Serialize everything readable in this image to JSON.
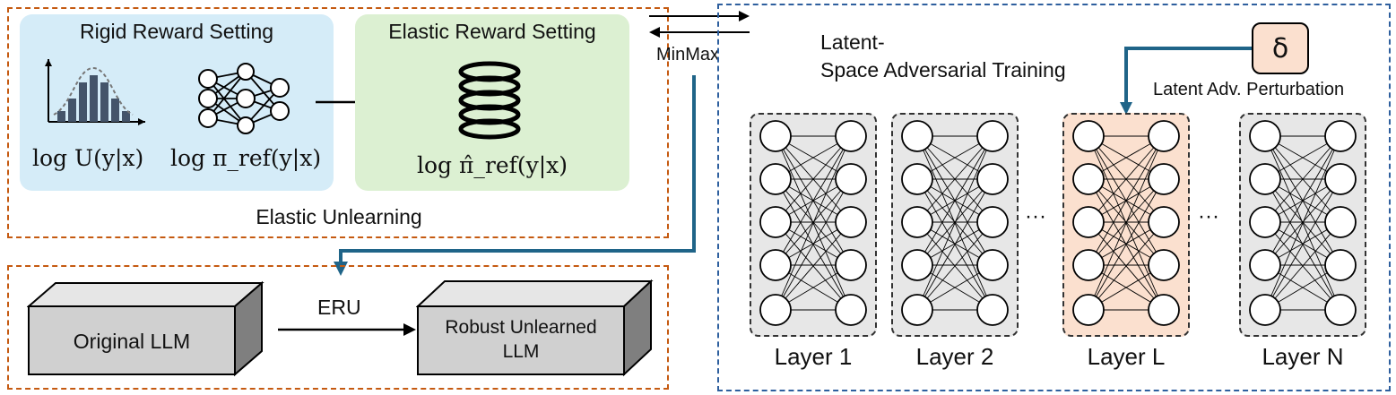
{
  "elastic_unlearning": {
    "title": "Elastic Unlearning",
    "rigid": {
      "title": "Rigid Reward Setting",
      "formula_u": "log U(y|x)",
      "formula_ref": "log π_ref(y|x)"
    },
    "elastic": {
      "title": "Elastic Reward Setting",
      "formula": "log π̂_ref(y|x)"
    }
  },
  "minmax_label": "MinMax",
  "eru_section": {
    "original": "Original LLM",
    "arrow_label": "ERU",
    "robust_line1": "Robust Unlearned",
    "robust_line2": "LLM"
  },
  "latent": {
    "title_line1": "Latent-",
    "title_line2": "Space",
    "title_line3": "Adversarial Training",
    "delta": "δ",
    "perturbation": "Latent Adv. Perturbation",
    "dots": "···",
    "layers": [
      "Layer 1",
      "Layer 2",
      "Layer L",
      "Layer N"
    ]
  },
  "colors": {
    "orange_border": "#c55a11",
    "blue_border": "#2e5f9e",
    "rigid_bg": "#d5ecf8",
    "elastic_bg": "#dcf0d2",
    "layer_bg": "#e7e7e7",
    "layer_highlight_bg": "#fbe0cf",
    "delta_bg": "#fbe0cf",
    "connector": "#1f6488"
  }
}
